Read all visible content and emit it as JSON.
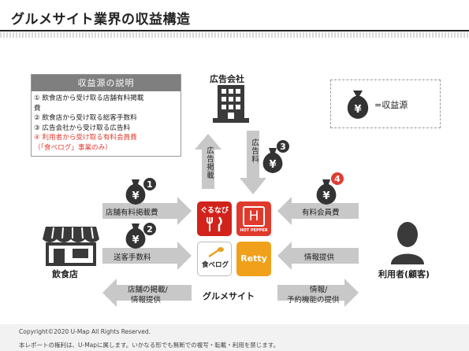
{
  "title": "グルメサイト業界の収益構造",
  "legend": {
    "header": "収益源の説明",
    "items": [
      "① 飲食店から受け取る店舗有料掲載",
      "費",
      "② 飲食店から受け取る総客手数料",
      "③ 広告会社から受け取る広告料",
      "④ 利用者から受け取る有料会員費",
      "（「食べログ」事業のみ）"
    ]
  },
  "revenue_key_label": "=収益源",
  "nodes": {
    "ad_company": "広告会社",
    "restaurant": "飲食店",
    "user": "利用者(顧客)",
    "gourmet_site": "グルメサイト"
  },
  "arrows": {
    "ad_placement": "広告掲載",
    "ad_fee": "広告料",
    "listing_fee": "店舗有料掲載費",
    "referral_fee": "送客手数料",
    "store_info": "店舗の掲載/情報提供",
    "store_info_l1": "店舗の掲載/",
    "store_info_l2": "情報提供",
    "member_fee": "有料会員費",
    "info_provision": "情報提供",
    "info_booking_l1": "情報/",
    "info_booking_l2": "予約機能の提供"
  },
  "badges": [
    "1",
    "2",
    "3",
    "4"
  ],
  "apps": {
    "gurunavi": "ぐるなび",
    "hotpepper": "H",
    "hotpepper_sub": "HOT PEPPER",
    "tabelog": "食べログ",
    "retty": "Retty"
  },
  "colors": {
    "arrow": "#c8c8c8",
    "legend_head": "#7f7f7f",
    "badge_red": "#e03c31",
    "bag": "#333333",
    "gurunavi": "#d1231b",
    "hotpepper": "#e03a2c",
    "retty": "#f0a01a"
  },
  "footer": {
    "copyright": "Copyright©2020 U-Map All Rights Reserved.",
    "notice": "本レポートの権利は、U-Mapに属します。いかなる形でも無断での複写・転載・利用を禁じます。"
  }
}
